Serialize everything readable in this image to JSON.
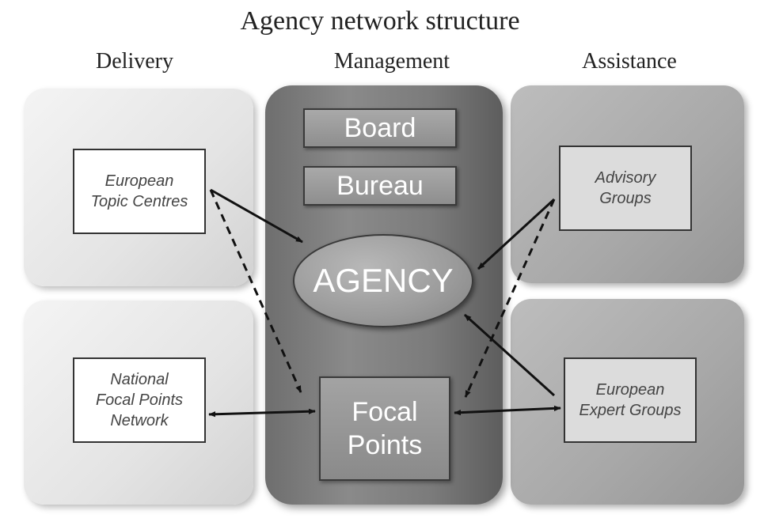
{
  "title": "Agency network structure",
  "columns": {
    "delivery": "Delivery",
    "management": "Management",
    "assistance": "Assistance"
  },
  "nodes": {
    "topic_centres": [
      "European",
      "Topic Centres"
    ],
    "national_focal": [
      "National",
      "Focal Points",
      "Network"
    ],
    "board": "Board",
    "bureau": "Bureau",
    "agency": "AGENCY",
    "focal_points": [
      "Focal",
      "Points"
    ],
    "advisory": [
      "Advisory",
      "Groups"
    ],
    "expert_groups": [
      "European",
      "Expert Groups"
    ]
  }
}
